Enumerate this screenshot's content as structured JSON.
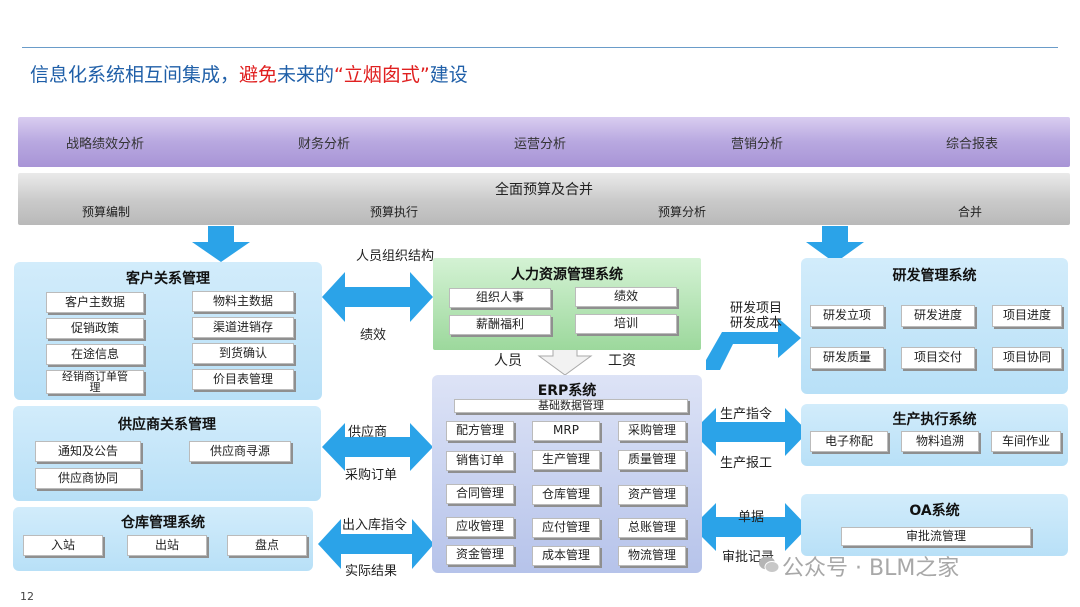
{
  "title": {
    "part1": "信息化系统相互间集成，",
    "part2": "避免",
    "part3": "未来的",
    "part4": "“立烟囱式”",
    "part5": "建设"
  },
  "analysis_band": {
    "items": [
      "战略绩效分析",
      "财务分析",
      "运营分析",
      "营销分析",
      "综合报表"
    ]
  },
  "budget_band": {
    "head": "全面预算及合并",
    "items": [
      "预算编制",
      "预算执行",
      "预算分析",
      "合并"
    ]
  },
  "crm": {
    "title": "客户关系管理",
    "items": [
      "客户主数据",
      "物料主数据",
      "促销政策",
      "渠道进销存",
      "在途信息",
      "到货确认",
      "经销商订单管理",
      "价目表管理"
    ]
  },
  "srm": {
    "title": "供应商关系管理",
    "items": [
      "通知及公告",
      "供应商寻源",
      "供应商协同"
    ]
  },
  "wms": {
    "title": "仓库管理系统",
    "items": [
      "入站",
      "出站",
      "盘点"
    ]
  },
  "hr": {
    "title": "人力资源管理系统",
    "items": [
      "组织人事",
      "绩效",
      "薪酬福利",
      "培训"
    ]
  },
  "hr_erp_labels": {
    "left": "人员",
    "right": "工资"
  },
  "erp": {
    "title": "ERP系统",
    "base": "基础数据管理",
    "items": [
      "配方管理",
      "MRP",
      "采购管理",
      "销售订单",
      "生产管理",
      "质量管理",
      "合同管理",
      "仓库管理",
      "资产管理",
      "应收管理",
      "应付管理",
      "总账管理",
      "资金管理",
      "成本管理",
      "物流管理"
    ]
  },
  "rd": {
    "title": "研发管理系统",
    "items": [
      "研发立项",
      "研发进度",
      "项目进度",
      "研发质量",
      "项目交付",
      "项目协同"
    ]
  },
  "mes": {
    "title": "生产执行系统",
    "items": [
      "电子称配",
      "物料追溯",
      "车间作业"
    ]
  },
  "oa": {
    "title": "OA系统",
    "items": [
      "审批流管理"
    ]
  },
  "arrow_labels": {
    "crm_hr_top": "人员组织结构",
    "crm_hr_bottom": "绩效",
    "srm_erp_top": "供应商",
    "srm_erp_bottom": "采购订单",
    "wms_erp_top": "出入库指令",
    "wms_erp_bottom": "实际结果",
    "erp_rd": "研发项目研发成本",
    "erp_mes_top": "生产指令",
    "erp_mes_bottom": "生产报工",
    "erp_oa_top": "单据",
    "erp_oa_bottom": "审批记录"
  },
  "page_number": "12",
  "watermark": "公众号 · BLM之家",
  "colors": {
    "title_blue": "#1f5fa8",
    "accent_red": "#e02020",
    "arrow_blue": "#2ba3e8",
    "panel_blue": "#c3e5f9",
    "hr_green": "#b6e3b6",
    "erp_lavender": "#c9d2f0",
    "band_purple": "#b8a8e0",
    "band_grey": "#c9c9c9"
  }
}
